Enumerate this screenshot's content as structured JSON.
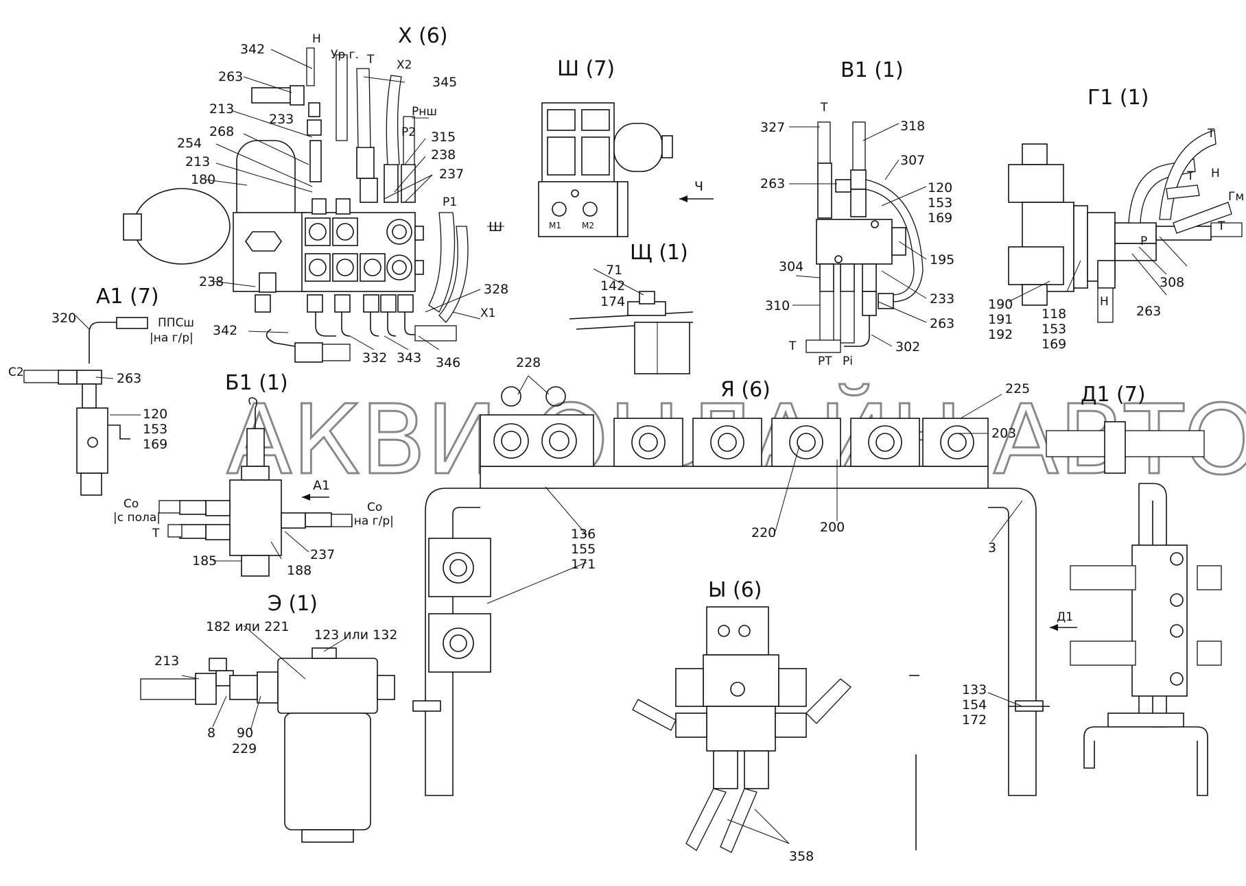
{
  "watermark": "АКВИ-ОНЛАЙН АВТО",
  "views": {
    "x6": "Х (6)",
    "sh7": "Ш (7)",
    "v1": "В1 (1)",
    "g1": "Г1 (1)",
    "a1": "А1 (7)",
    "b1": "Б1 (1)",
    "ya6": "Я (6)",
    "d1": "Д1 (7)",
    "shch1": "Щ (1)",
    "e1": "Э (1)",
    "y6": "Ы (6)"
  },
  "x_view_labels": {
    "n": "Н",
    "urg": "Ур.г.",
    "t": "Т",
    "x2": "Х2",
    "rnsh": "Рнш",
    "p2": "Р2",
    "p1": "Р1",
    "x1": "Х1",
    "sh_arrow": "Ш",
    "c342a": "342",
    "c263": "263",
    "c213a": "213",
    "c233": "233",
    "c268": "268",
    "c254": "254",
    "c213b": "213",
    "c180": "180",
    "c345": "345",
    "c315": "315",
    "c238a": "238",
    "c237": "237",
    "c238b": "238",
    "c328": "328",
    "c342b": "342",
    "c332": "332",
    "c343": "343",
    "c346": "346"
  },
  "sh_view_labels": {
    "m1": "М1",
    "m2": "М2",
    "ch_arrow": "Ч"
  },
  "shch_view_labels": {
    "c71": "71",
    "c142": "142",
    "c174": "174"
  },
  "v1_view_labels": {
    "t_top": "Т",
    "c327": "327",
    "c318": "318",
    "c307": "307",
    "c263a": "263",
    "c120": "120",
    "c153": "153",
    "c169": "169",
    "c195": "195",
    "c304": "304",
    "c310": "310",
    "c233": "233",
    "c263b": "263",
    "c302": "302",
    "t_bot": "Т",
    "pt": "РТ",
    "pi": "Рi"
  },
  "g1_view_labels": {
    "t1": "Т",
    "t2": "Т",
    "h1": "Н",
    "gm": "Гм",
    "t3": "Т",
    "p": "Р",
    "h2": "Н",
    "c308": "308",
    "c263": "263",
    "c190": "190",
    "c191": "191",
    "c192": "192",
    "c118": "118",
    "c153": "153",
    "c169": "169"
  },
  "a1_view_labels": {
    "c320": "320",
    "ppsh": "ППСш",
    "na_gr": "|на г/р|",
    "c2": "С2",
    "c263": "263",
    "c120": "120",
    "c153": "153",
    "c169": "169"
  },
  "b1_view_labels": {
    "co1": "Со",
    "s_pola": "|с пола|",
    "co2": "Со",
    "na_gr": "|на г/р|",
    "t": "Т",
    "a1_arrow": "А1",
    "c185": "185",
    "c188": "188",
    "c237": "237"
  },
  "ya_view_labels": {
    "c228": "228",
    "c225": "225",
    "c203": "203",
    "c220": "220",
    "c200": "200",
    "c3": "3",
    "c136": "136",
    "c155": "155",
    "c171": "171",
    "c133": "133",
    "c154": "154",
    "c172": "172",
    "d1_arrow": "Д1"
  },
  "e_view_labels": {
    "c182": "182 или 221",
    "c123": "123 или 132",
    "c213": "213",
    "c8": "8",
    "c90": "90",
    "c229": "229"
  },
  "y_view_labels": {
    "c358": "358"
  }
}
